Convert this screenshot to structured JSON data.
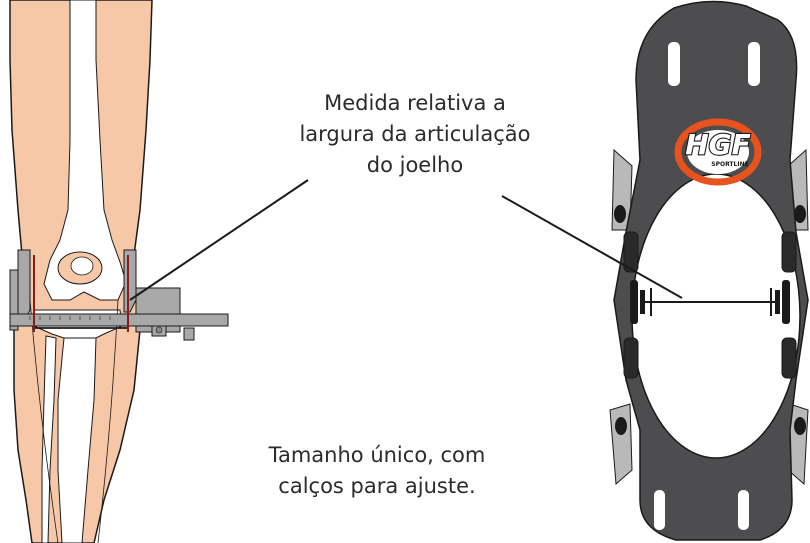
{
  "captions": {
    "measurement": [
      "Medida relativa a",
      "largura da articulação",
      "do joelho"
    ],
    "size": [
      "Tamanho único, com",
      "calços para ajuste."
    ]
  },
  "brace": {
    "logo_main": "HGF",
    "logo_sub": "SPORTLINE"
  },
  "colors": {
    "skin": "#f7c8a8",
    "outline": "#1a1a1a",
    "bone": "#ffffff",
    "caliper": "#a8a8a8",
    "brace_shell": "#4d4d4f",
    "brace_hinge": "#b9b9b9",
    "logo_orange": "#e8531d"
  },
  "icons": {
    "leg": "leg-anatomy-illustration",
    "caliper": "caliper-tool",
    "brace": "knee-brace-illustration",
    "logo": "hgf-sportline-logo"
  }
}
